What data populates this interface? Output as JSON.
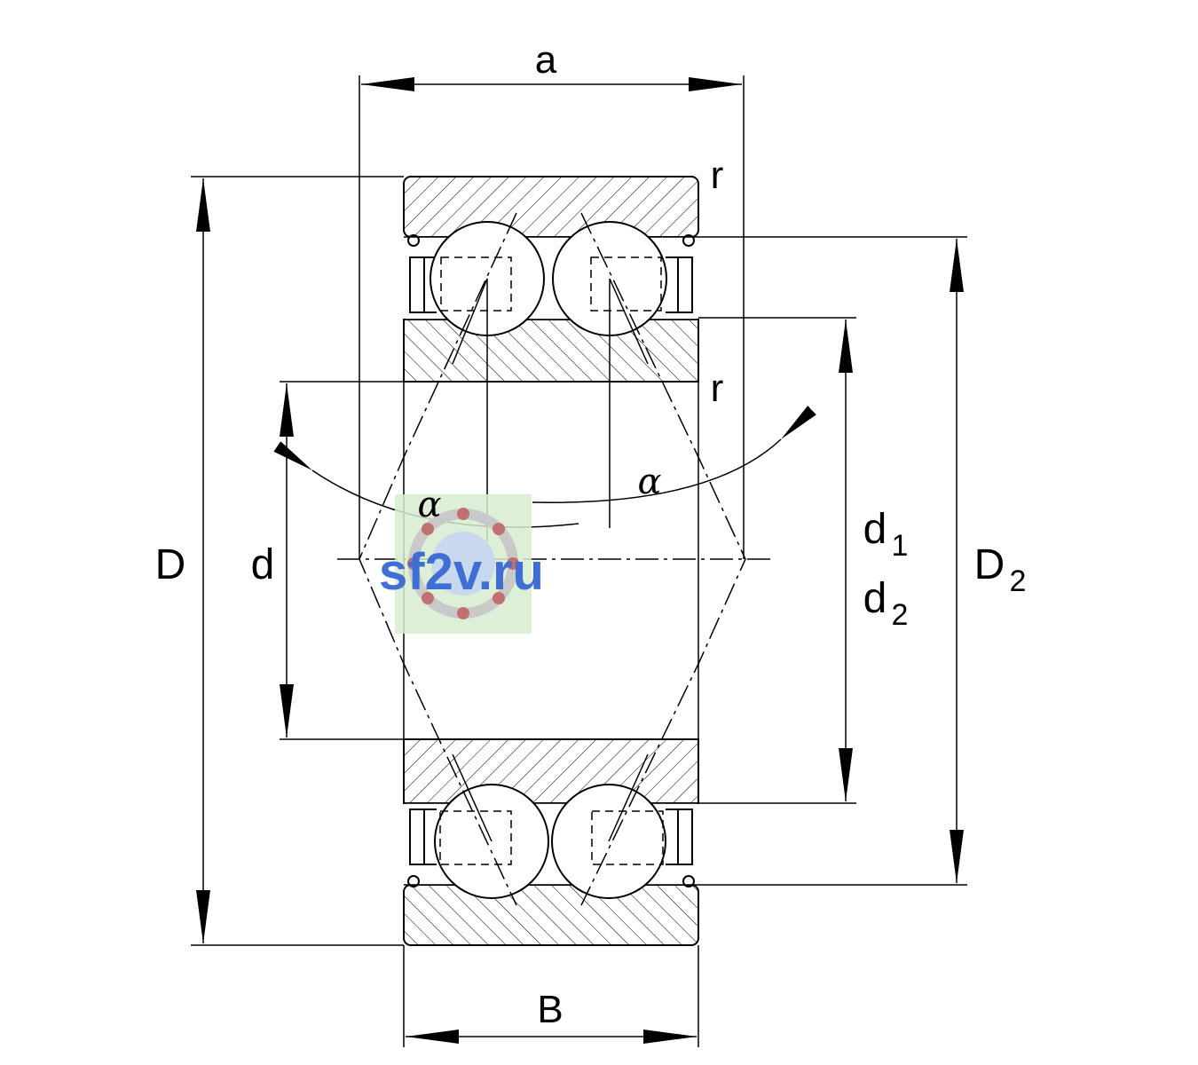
{
  "labels": {
    "a": "a",
    "r_top": "r",
    "r_mid": "r",
    "alpha_left": "α",
    "alpha_right": "α",
    "D": "D",
    "d": "d",
    "d1": "d",
    "d1_sub": "1",
    "d2": "d",
    "d2_sub": "2",
    "D2": "D",
    "D2_sub": "2",
    "B": "B"
  },
  "watermark": {
    "text": "sf2v.ru",
    "color": "#3f6fd4",
    "badge_color": "#d8ecd0"
  }
}
